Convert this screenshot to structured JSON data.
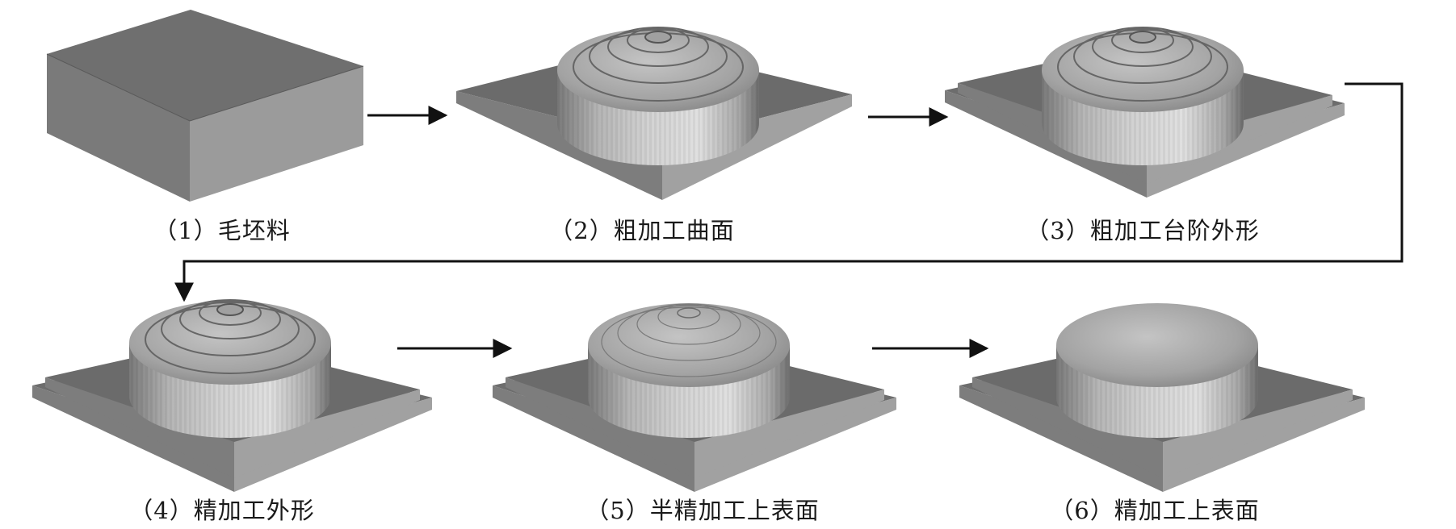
{
  "steps": [
    {
      "label": "（1）毛坯料",
      "shape": "raw-block"
    },
    {
      "label": "（2）粗加工曲面",
      "shape": "rough-surface"
    },
    {
      "label": "（3）粗加工台阶外形",
      "shape": "rough-step"
    },
    {
      "label": "（4）精加工外形",
      "shape": "finish-outline"
    },
    {
      "label": "（5）半精加工上表面",
      "shape": "semi-finish-top"
    },
    {
      "label": "（6）精加工上表面",
      "shape": "finish-top"
    }
  ],
  "colors": {
    "top": "#6f6f6f",
    "front": "#777777",
    "side": "#999999",
    "arrow": "#111111"
  }
}
